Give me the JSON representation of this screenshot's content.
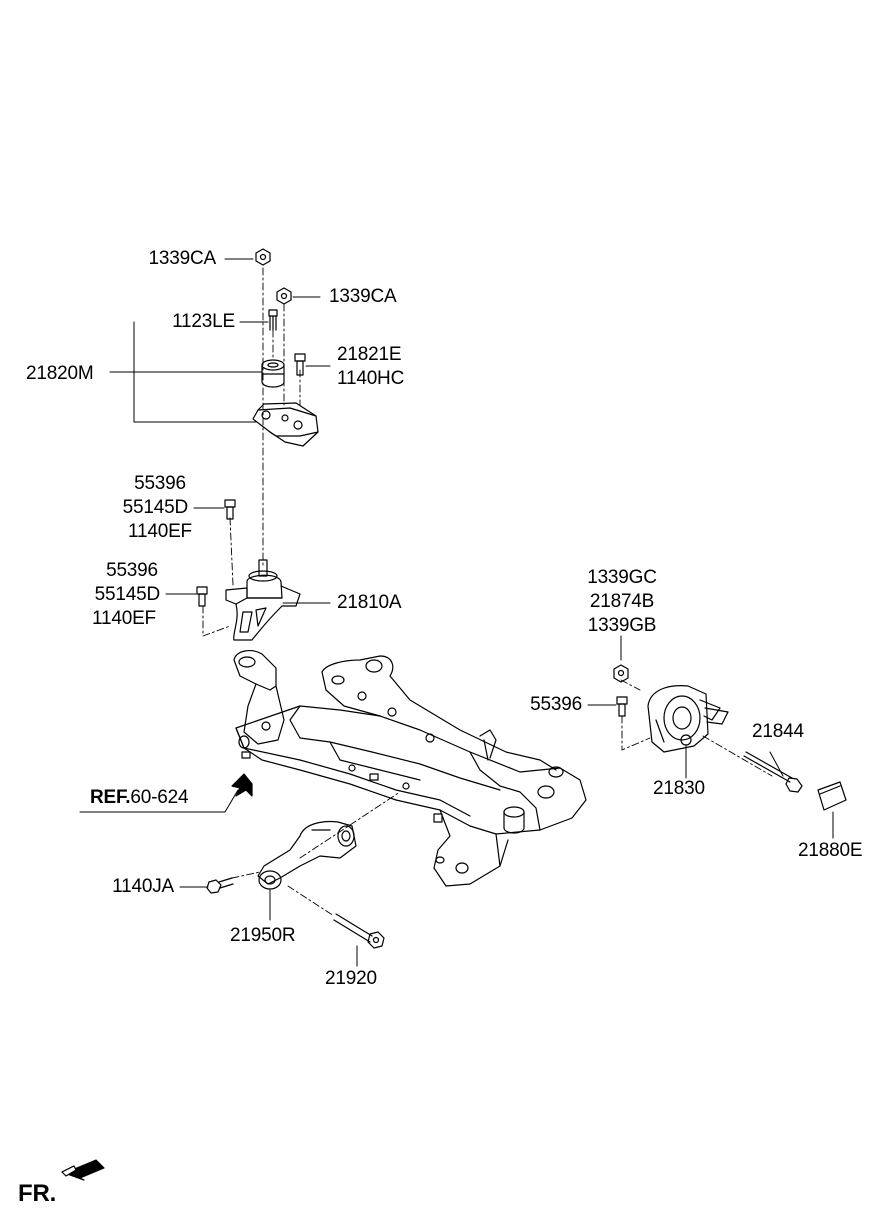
{
  "diagram": {
    "labels": {
      "nut_top_1": "1339CA",
      "nut_top_2": "1339CA",
      "bolt_1123le": "1123LE",
      "bracket_21820m": "21820M",
      "bolt_21821e": "21821E",
      "bolt_1140hc": "1140HC",
      "upper_group_a": [
        "55396",
        "55145D",
        "1140EF"
      ],
      "lower_group_a": [
        "55396",
        "55145D",
        "1140EF"
      ],
      "mount_21810a": "21810A",
      "right_group": [
        "1339GC",
        "21874B",
        "1339GB"
      ],
      "bolt_55396_right": "55396",
      "bolt_21844": "21844",
      "mount_21830": "21830",
      "cover_21880e": "21880E",
      "ref_prefix": "REF.",
      "ref_number": "60-624",
      "bolt_1140ja": "1140JA",
      "rod_21950r": "21950R",
      "bolt_21920": "21920",
      "front_indicator": "FR."
    },
    "icons": {
      "front_arrow": "front-arrow-icon"
    },
    "colors": {
      "ink": "#000000",
      "paper": "#ffffff"
    }
  }
}
